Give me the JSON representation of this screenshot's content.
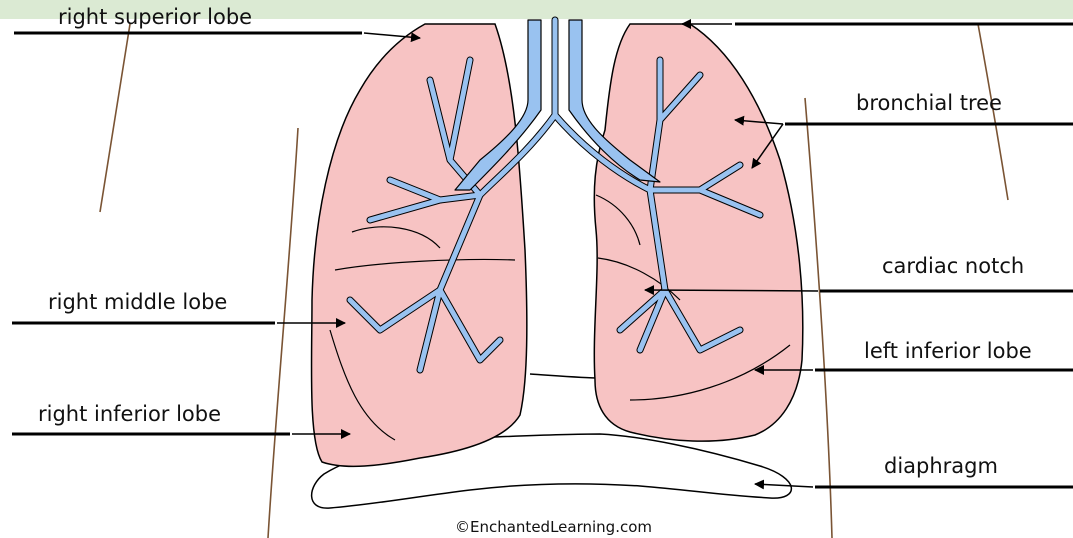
{
  "diagram": {
    "labels": {
      "right_superior_lobe": "right superior lobe",
      "right_middle_lobe": "right middle lobe",
      "right_inferior_lobe": "right inferior lobe",
      "bronchial_tree": "bronchial tree",
      "cardiac_notch": "cardiac notch",
      "left_inferior_lobe": "left inferior lobe",
      "diaphragm": "diaphragm"
    },
    "credit": "©EnchantedLearning.com"
  },
  "colors": {
    "lung_fill": "#f7c3c3",
    "bronchi_fill": "#99c2f0",
    "top_bar": "#dbead3",
    "guide_lines": "#7a5434"
  }
}
